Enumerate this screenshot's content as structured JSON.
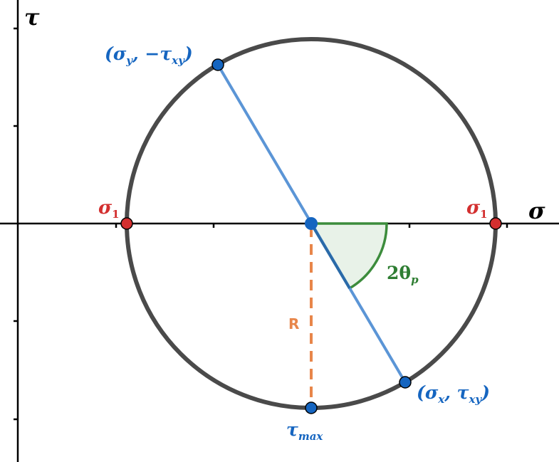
{
  "axes": {
    "x_label": "σ",
    "y_label": "τ"
  },
  "labels": {
    "sigma1_left": {
      "main": "σ",
      "sub": "1"
    },
    "sigma1_right": {
      "main": "σ",
      "sub": "1"
    },
    "point_y": {
      "open": "(σ",
      "sub1": "y",
      "mid": ", −τ",
      "sub2": "xy",
      "close": ")"
    },
    "point_x": {
      "open": "(σ",
      "sub1": "x",
      "mid": ", τ",
      "sub2": "xy",
      "close": ")"
    },
    "tau_max": {
      "main": "τ",
      "sub": "max"
    },
    "radius": "R",
    "angle": {
      "main": "2θ",
      "sub": "p"
    }
  },
  "colors": {
    "circle": "#4a4a4a",
    "diameter": "#5b95d6",
    "point": "#1565c0",
    "principal": "#d32f2f",
    "radius": "#e8864a",
    "angle": "#3c8c3c",
    "angle_fill": "#e8f2e8"
  }
}
